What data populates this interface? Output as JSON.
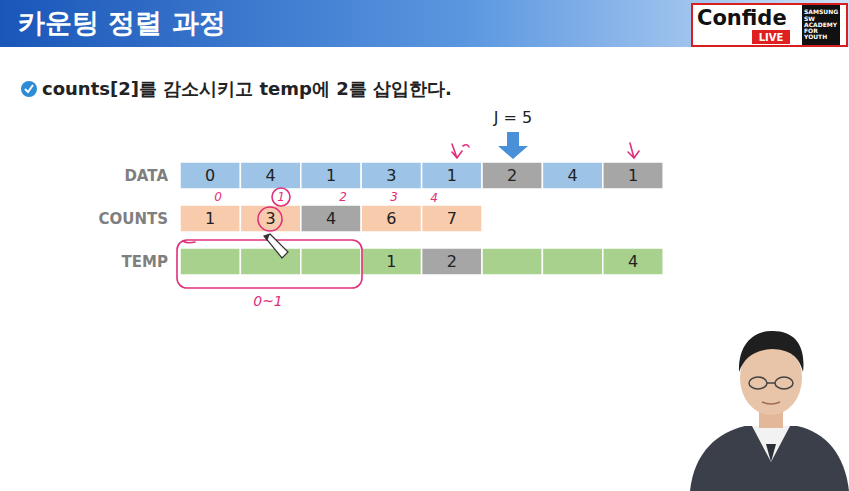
{
  "diagram": {
    "title": "카운팅 정렬 과정",
    "labels": [
      "Confide",
      "LIVE",
      "SAMSUNG SW ACADEMY FOR YOUTH",
      "counts[2]를 감소시키고 temp에 2를 삽입한다.",
      "J = 5",
      "DATA",
      "COUNTS",
      "TEMP",
      "0",
      "4",
      "1",
      "3",
      "1",
      "2",
      "4",
      "1",
      "1",
      "3",
      "4",
      "6",
      "7",
      "1",
      "2",
      "4",
      "0",
      "1",
      "2",
      "3",
      "4",
      "0~1"
    ]
  }
}
